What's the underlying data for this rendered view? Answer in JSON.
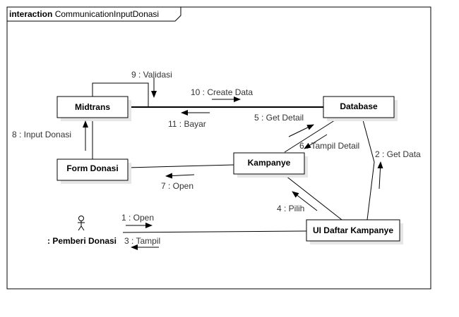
{
  "frame": {
    "keyword": "interaction",
    "name": "CommunicationInputDonasi"
  },
  "actor": {
    "label": ": Pemberi Donasi"
  },
  "objects": {
    "midtrans": "Midtrans",
    "database": "Database",
    "form_donasi": "Form Donasi",
    "kampanye": "Kampanye",
    "ui_daftar_kampanye": "UI Daftar Kampanye"
  },
  "messages": [
    {
      "id": "m1",
      "text": "1 : Open"
    },
    {
      "id": "m2",
      "text": "2 : Get Data"
    },
    {
      "id": "m3",
      "text": "3 : Tampil"
    },
    {
      "id": "m4",
      "text": "4 : Pilih"
    },
    {
      "id": "m5",
      "text": "5 : Get Detail"
    },
    {
      "id": "m6",
      "text": "6 : Tampil Detail"
    },
    {
      "id": "m7",
      "text": "7 : Open"
    },
    {
      "id": "m8",
      "text": "8 : Input Donasi"
    },
    {
      "id": "m9",
      "text": "9 : Validasi"
    },
    {
      "id": "m10",
      "text": "10 : Create Data"
    },
    {
      "id": "m11",
      "text": "11 : Bayar"
    }
  ]
}
